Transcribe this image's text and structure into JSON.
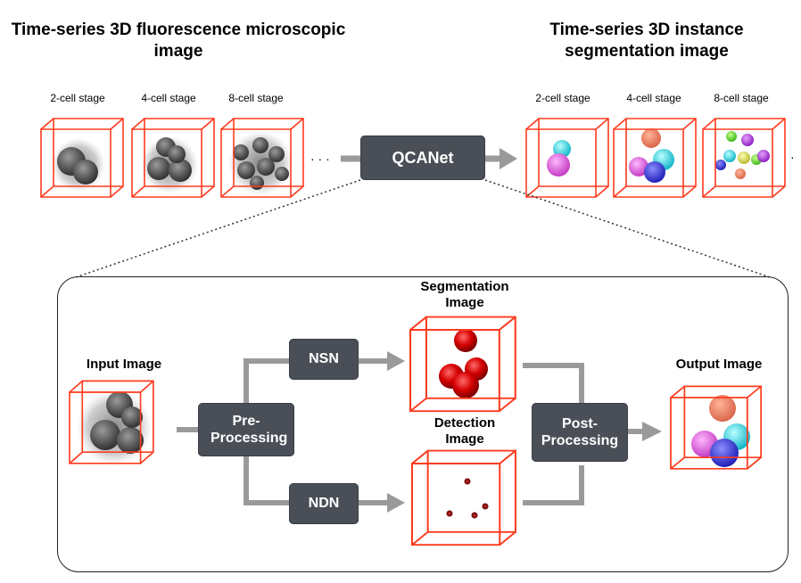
{
  "header": {
    "left_title": "Time-series 3D fluorescence microscopic image",
    "right_title": "Time-series 3D instance segmentation image"
  },
  "stages": {
    "left": [
      "2-cell stage",
      "4-cell stage",
      "8-cell stage"
    ],
    "right": [
      "2-cell stage",
      "4-cell stage",
      "8-cell stage"
    ]
  },
  "ellipsis": "· · ·",
  "main_box": "QCANet",
  "pipeline": {
    "input_label": "Input Image",
    "preprocess": "Pre-Processing",
    "nsn": "NSN",
    "ndn": "NDN",
    "segmentation_label": "Segmentation Image",
    "detection_label": "Detection Image",
    "postprocess": "Post-Processing",
    "output_label": "Output Image"
  },
  "colors": {
    "cube": "#ff3b1f",
    "box": "#4a4f57",
    "arrow": "#9a9a9a"
  }
}
